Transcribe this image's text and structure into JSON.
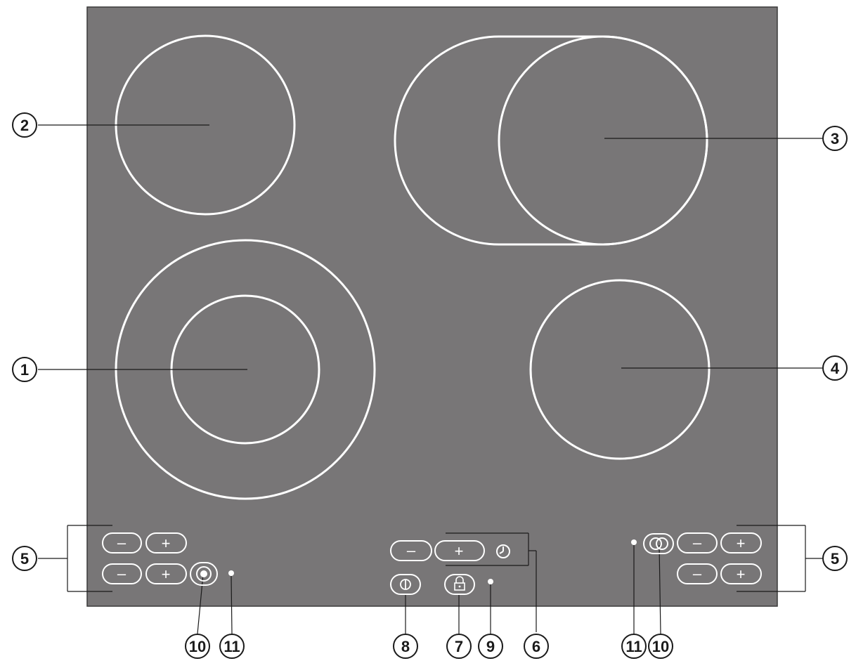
{
  "callouts": {
    "zone_front_left": "1",
    "zone_rear_left": "2",
    "zone_rear_right": "3",
    "zone_front_right": "4",
    "controls_left": "5",
    "controls_right": "5",
    "timer": "6",
    "lock": "7",
    "power": "8",
    "lock_indicator": "9",
    "dual_zone_left": "10",
    "dual_zone_right": "10",
    "residual_heat_left": "11",
    "residual_heat_right": "11"
  },
  "buttons": {
    "minus": "–",
    "plus": "+"
  },
  "icons": {
    "timer": "clock-icon",
    "power": "power-icon",
    "lock": "lock-icon",
    "dual_zone_left": "dual-circuit-icon",
    "extended_zone_right": "extended-zone-icon",
    "indicator": "indicator-light"
  },
  "colors": {
    "hob_surface": "#787677",
    "zone_outline": "#ffffff",
    "callout_line": "#1a1a1a"
  }
}
